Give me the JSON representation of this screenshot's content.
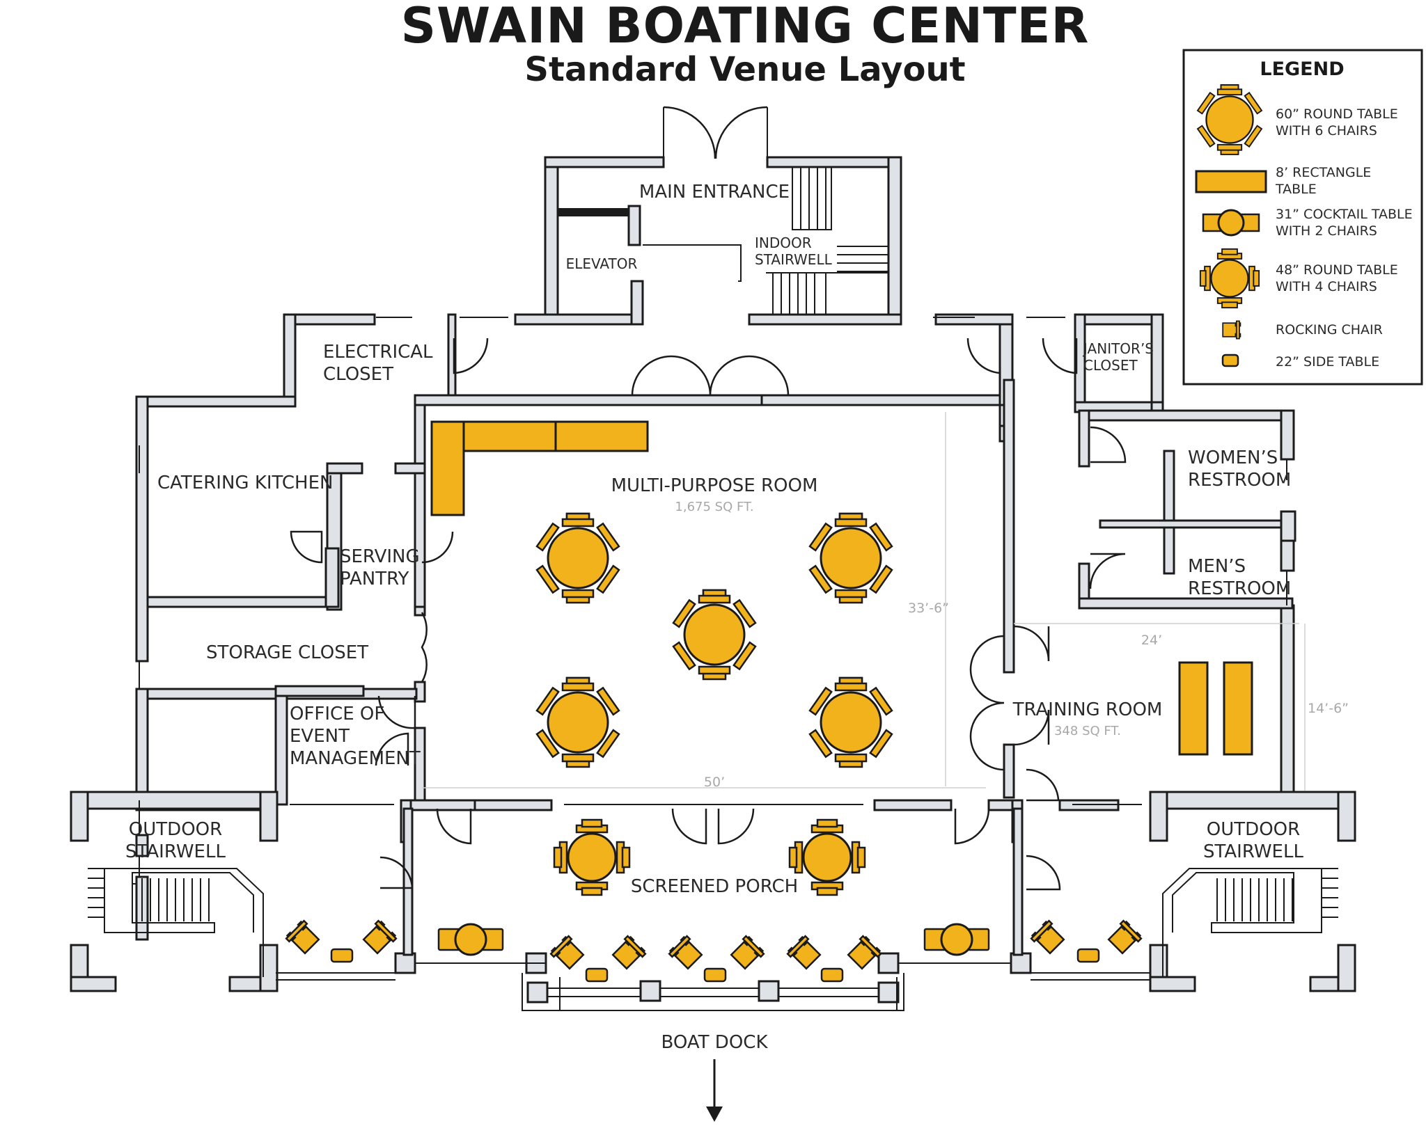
{
  "title": "SWAIN BOATING CENTER",
  "subtitle": "Standard Venue Layout",
  "rooms": {
    "main_entrance": "MAIN ENTRANCE",
    "elevator": "ELEVATOR",
    "indoor_stairwell": [
      "INDOOR",
      "STAIRWELL"
    ],
    "electrical_closet": [
      "ELECTRICAL",
      "CLOSET"
    ],
    "janitors_closet": [
      "JANITOR’S",
      "CLOSET"
    ],
    "catering_kitchen": "CATERING KITCHEN",
    "serving_pantry": [
      "SERVING",
      "PANTRY"
    ],
    "storage_closet": "STORAGE CLOSET",
    "office": [
      "OFFICE OF",
      "EVENT",
      "MANAGEMENT"
    ],
    "multi_purpose": "MULTI-PURPOSE ROOM",
    "multi_purpose_area": "1,675 SQ FT.",
    "womens_restroom": [
      "WOMEN’S",
      "RESTROOM"
    ],
    "mens_restroom": [
      "MEN’S",
      "RESTROOM"
    ],
    "training_room": "TRAINING ROOM",
    "training_room_area": "348 SQ FT.",
    "screened_porch": "SCREENED PORCH",
    "outdoor_stairwell_left": [
      "OUTDOOR",
      "STAIRWELL"
    ],
    "outdoor_stairwell_right": [
      "OUTDOOR",
      "STAIRWELL"
    ],
    "boat_dock": "BOAT DOCK"
  },
  "dimensions": {
    "mpr_height": "33’-6”",
    "mpr_width": "50’",
    "training_width": "24’",
    "training_height": "14’-6”"
  },
  "legend": {
    "heading": "LEGEND",
    "items": [
      {
        "icon": "round-table-60-icon",
        "lines": [
          "60” ROUND TABLE",
          "WITH 6 CHAIRS"
        ]
      },
      {
        "icon": "rectangle-table-icon",
        "lines": [
          "8’ RECTANGLE",
          "TABLE"
        ]
      },
      {
        "icon": "cocktail-table-icon",
        "lines": [
          "31” COCKTAIL TABLE",
          "WITH 2 CHAIRS"
        ]
      },
      {
        "icon": "round-table-48-icon",
        "lines": [
          "48” ROUND TABLE",
          "WITH 4 CHAIRS"
        ]
      },
      {
        "icon": "rocking-chair-icon",
        "lines": [
          "ROCKING CHAIR"
        ]
      },
      {
        "icon": "side-table-icon",
        "lines": [
          "22” SIDE TABLE"
        ]
      }
    ]
  },
  "colors": {
    "furniture": "#f2b21b",
    "wall_fill": "#dfe3e7",
    "line": "#1b1b1b"
  }
}
